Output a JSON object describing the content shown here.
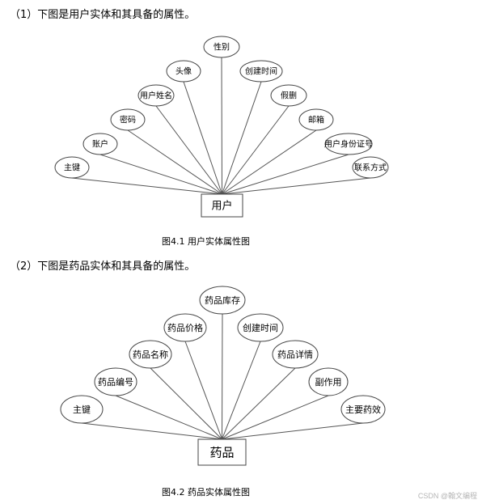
{
  "section1": {
    "heading": "（1）下图是用户实体和其具备的属性。",
    "entity": "用户",
    "attributes": [
      "主键",
      "账户",
      "密码",
      "用户姓名",
      "头像",
      "性别",
      "创建时间",
      "假删",
      "邮箱",
      "用户身份证号",
      "联系方式"
    ],
    "caption": "图4.1 用户实体属性图"
  },
  "section2": {
    "heading": "（2）下图是药品实体和其具备的属性。",
    "entity": "药品",
    "attributes": [
      "主键",
      "药品编号",
      "药品名称",
      "药品价格",
      "药品库存",
      "创建时间",
      "药品详情",
      "副作用",
      "主要药效"
    ],
    "caption": "图4.2 药品实体属性图"
  },
  "watermark": "CSDN @翰文编程"
}
